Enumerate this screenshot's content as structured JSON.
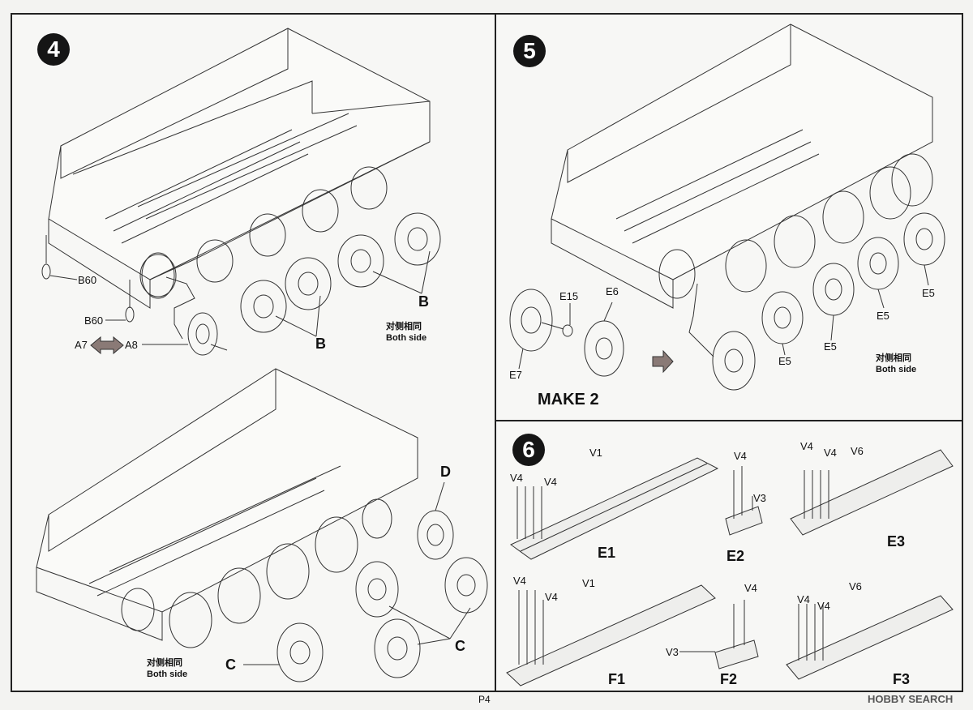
{
  "steps": {
    "s4": {
      "number": "4",
      "part_labels": {
        "b60_a": "B60",
        "b60_b": "B60",
        "a7": "A7",
        "a8": "A8",
        "b_a": "B",
        "b_b": "B"
      },
      "both_side_cn": "对侧相同",
      "both_side_en": "Both side"
    },
    "s4b": {
      "part_labels": {
        "d": "D",
        "c_a": "C",
        "c_b": "C"
      },
      "both_side_cn": "对侧相同",
      "both_side_en": "Both side"
    },
    "s5": {
      "number": "5",
      "part_labels": {
        "e15": "E15",
        "e6": "E6",
        "e7": "E7",
        "e5_a": "E5",
        "e5_b": "E5",
        "e5_c": "E5",
        "e5_d": "E5"
      },
      "make_label": "MAKE 2",
      "both_side_cn": "对侧相同",
      "both_side_en": "Both side"
    },
    "s6": {
      "number": "6",
      "part_labels": {
        "v1_a": "V1",
        "v4_a1": "V4",
        "v4_a2": "V4",
        "e1": "E1",
        "v4_b": "V4",
        "v3_b": "V3",
        "e2": "E2",
        "v4_c1": "V4",
        "v4_c2": "V4",
        "v6_c": "V6",
        "e3": "E3",
        "v4_d1": "V4",
        "v4_d2": "V4",
        "v1_d": "V1",
        "f1": "F1",
        "v4_e": "V4",
        "v3_e": "V3",
        "f2": "F2",
        "v4_f1": "V4",
        "v4_f2": "V4",
        "v6_f": "V6",
        "f3": "F3"
      }
    }
  },
  "footer": {
    "page": "P4",
    "watermark": "HOBBY SEARCH"
  },
  "colors": {
    "ink": "#222222",
    "arrow_fill": "#8a7a76",
    "paper": "#f7f7f5"
  }
}
